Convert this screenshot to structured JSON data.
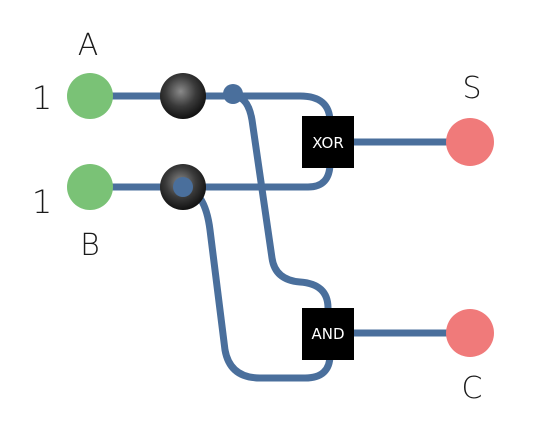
{
  "inputs": {
    "a": {
      "name": "A",
      "value": "1"
    },
    "b": {
      "name": "B",
      "value": "1"
    }
  },
  "gates": {
    "xor": {
      "label": "XOR"
    },
    "and": {
      "label": "AND"
    }
  },
  "outputs": {
    "sum": {
      "name": "S"
    },
    "carry": {
      "name": "C"
    }
  },
  "colors": {
    "wire": "#4a6f9c",
    "input_node": "#7ac276",
    "output_node": "#f07a7a",
    "gate": "#000000",
    "junction_dark": "#2a2a2a",
    "background": "#ffffff"
  }
}
